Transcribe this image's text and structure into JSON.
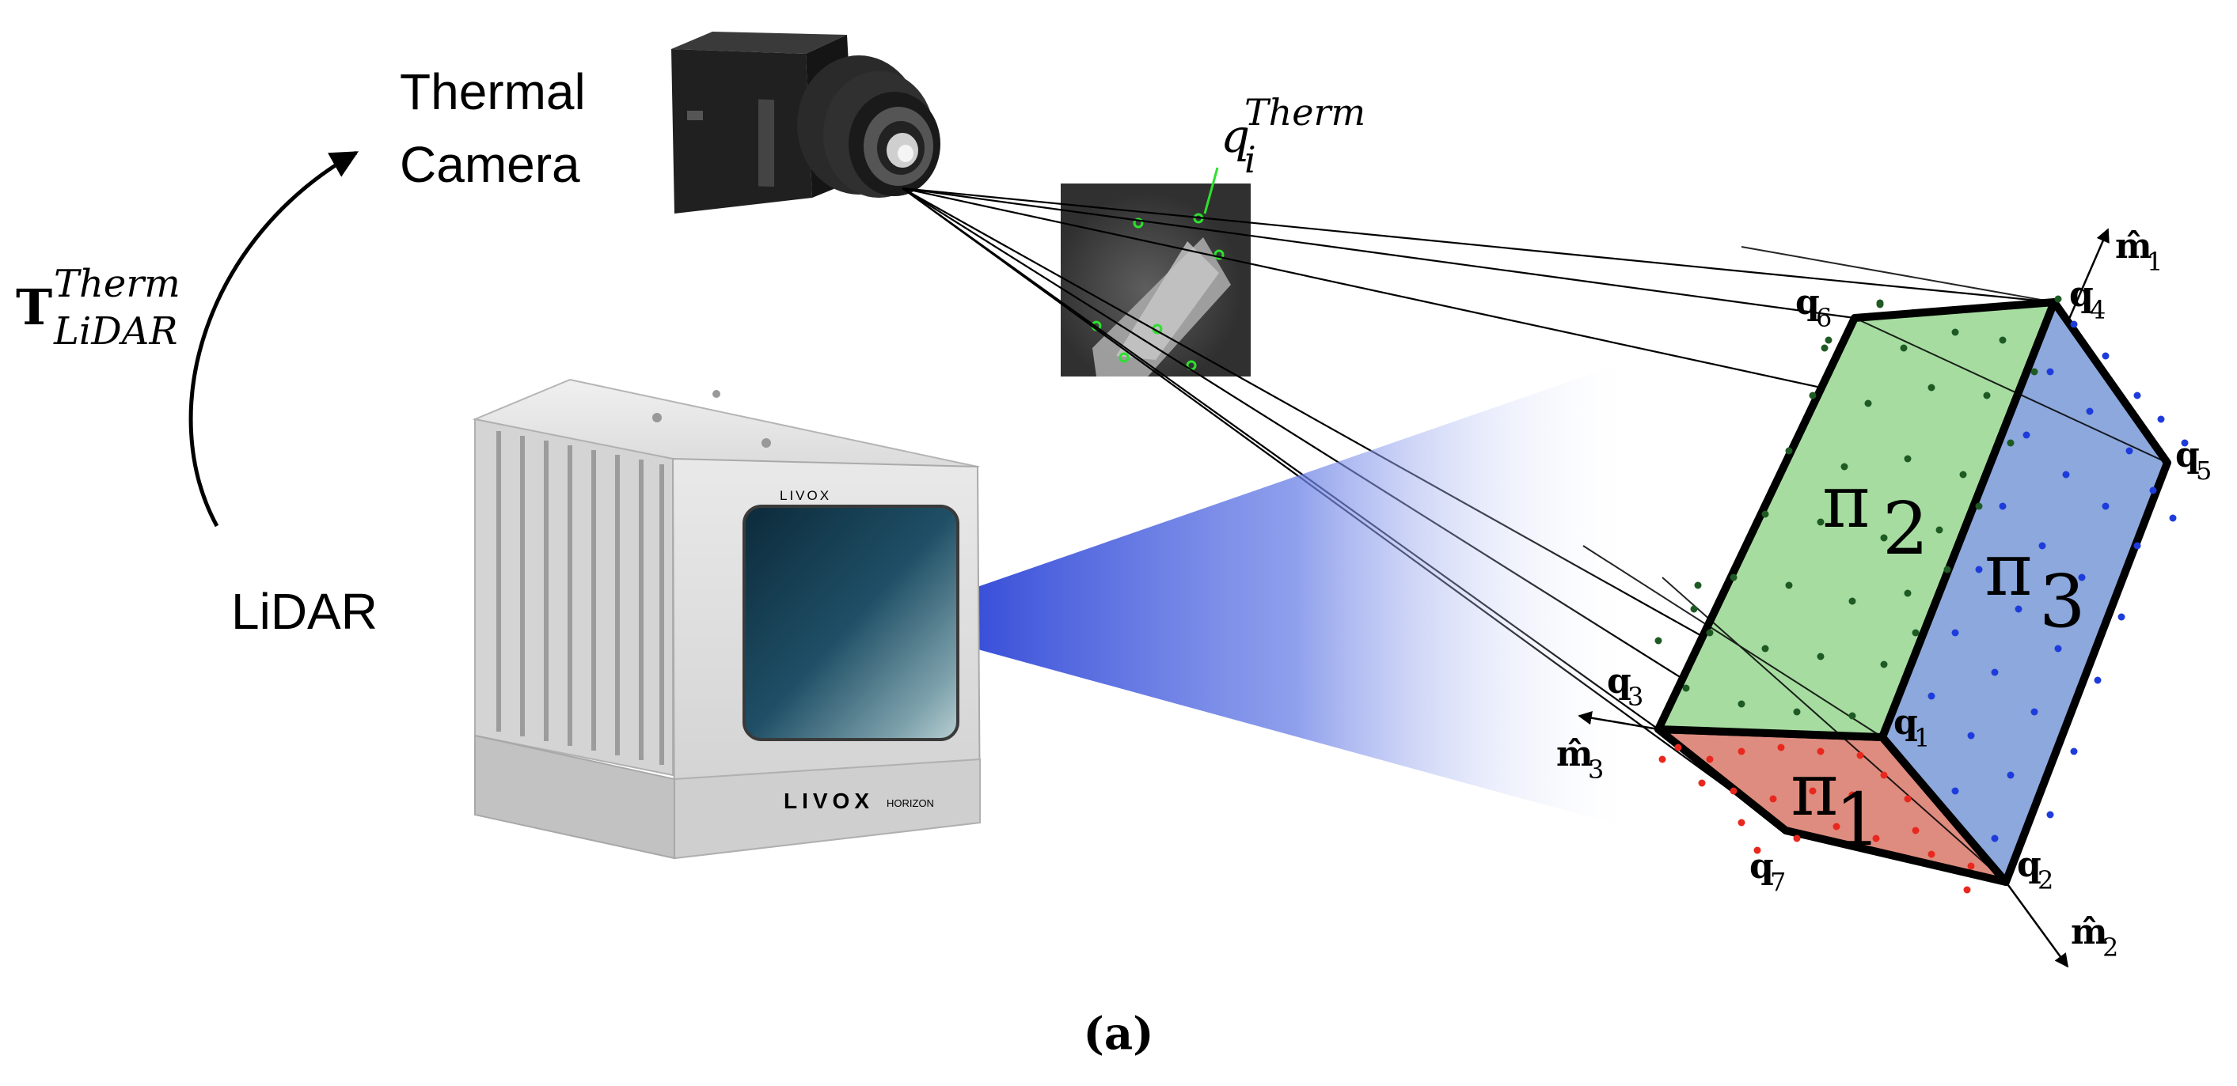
{
  "labels": {
    "thermal_camera_line1": "Thermal",
    "thermal_camera_line2": "Camera",
    "lidar": "LiDAR",
    "transform_base": "T",
    "transform_sup": "Therm",
    "transform_sub": "LiDAR",
    "feature_base": "q",
    "feature_sup": "Therm",
    "feature_sub": "i",
    "caption": "(a)"
  },
  "lidar_device": {
    "brand_top": "LIVOX",
    "brand_front": "LIVOX",
    "model": "HORIZON"
  },
  "target": {
    "planes": [
      {
        "base": "π",
        "index": "1"
      },
      {
        "base": "π",
        "index": "2"
      },
      {
        "base": "π",
        "index": "3"
      }
    ],
    "vertices": [
      {
        "base": "q",
        "index": "1"
      },
      {
        "base": "q",
        "index": "2"
      },
      {
        "base": "q",
        "index": "3"
      },
      {
        "base": "q",
        "index": "4"
      },
      {
        "base": "q",
        "index": "5"
      },
      {
        "base": "q",
        "index": "6"
      },
      {
        "base": "q",
        "index": "7"
      }
    ],
    "normals": [
      {
        "base": "m̂",
        "index": "1"
      },
      {
        "base": "m̂",
        "index": "2"
      },
      {
        "base": "m̂",
        "index": "3"
      }
    ]
  },
  "colors": {
    "plane_pi1_fill": "#de8c7f",
    "plane_pi2_fill": "#a6dca0",
    "plane_pi3_fill": "#8ca8dc",
    "points_pi1": "#e8281e",
    "points_pi2": "#1e5a23",
    "points_pi3": "#1e3cdc",
    "lidar_beam": "#1a32d2",
    "feature_markers": "#2ee02e"
  }
}
